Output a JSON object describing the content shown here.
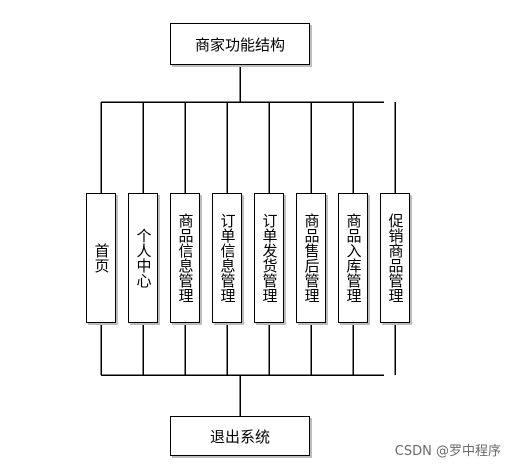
{
  "diagram": {
    "top_node": "商家功能结构",
    "modules": [
      "首页",
      "个人中心",
      "商品信息管理",
      "订单信息管理",
      "订单发货管理",
      "商品售后管理",
      "商品入库管理",
      "促销商品管理"
    ],
    "bottom_node": "退出系统"
  },
  "watermark": "CSDN @罗中程序"
}
